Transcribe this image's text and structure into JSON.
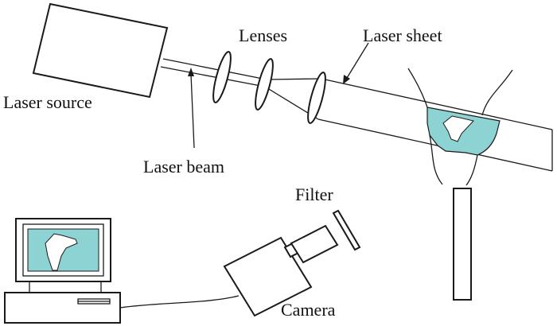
{
  "labels": {
    "laser_source": "Laser source",
    "laser_beam": "Laser beam",
    "lenses": "Lenses",
    "laser_sheet": "Laser sheet",
    "filter": "Filter",
    "camera": "Camera"
  },
  "colors": {
    "fluid": "#8ed3d3",
    "stroke": "#1a1a1a"
  }
}
